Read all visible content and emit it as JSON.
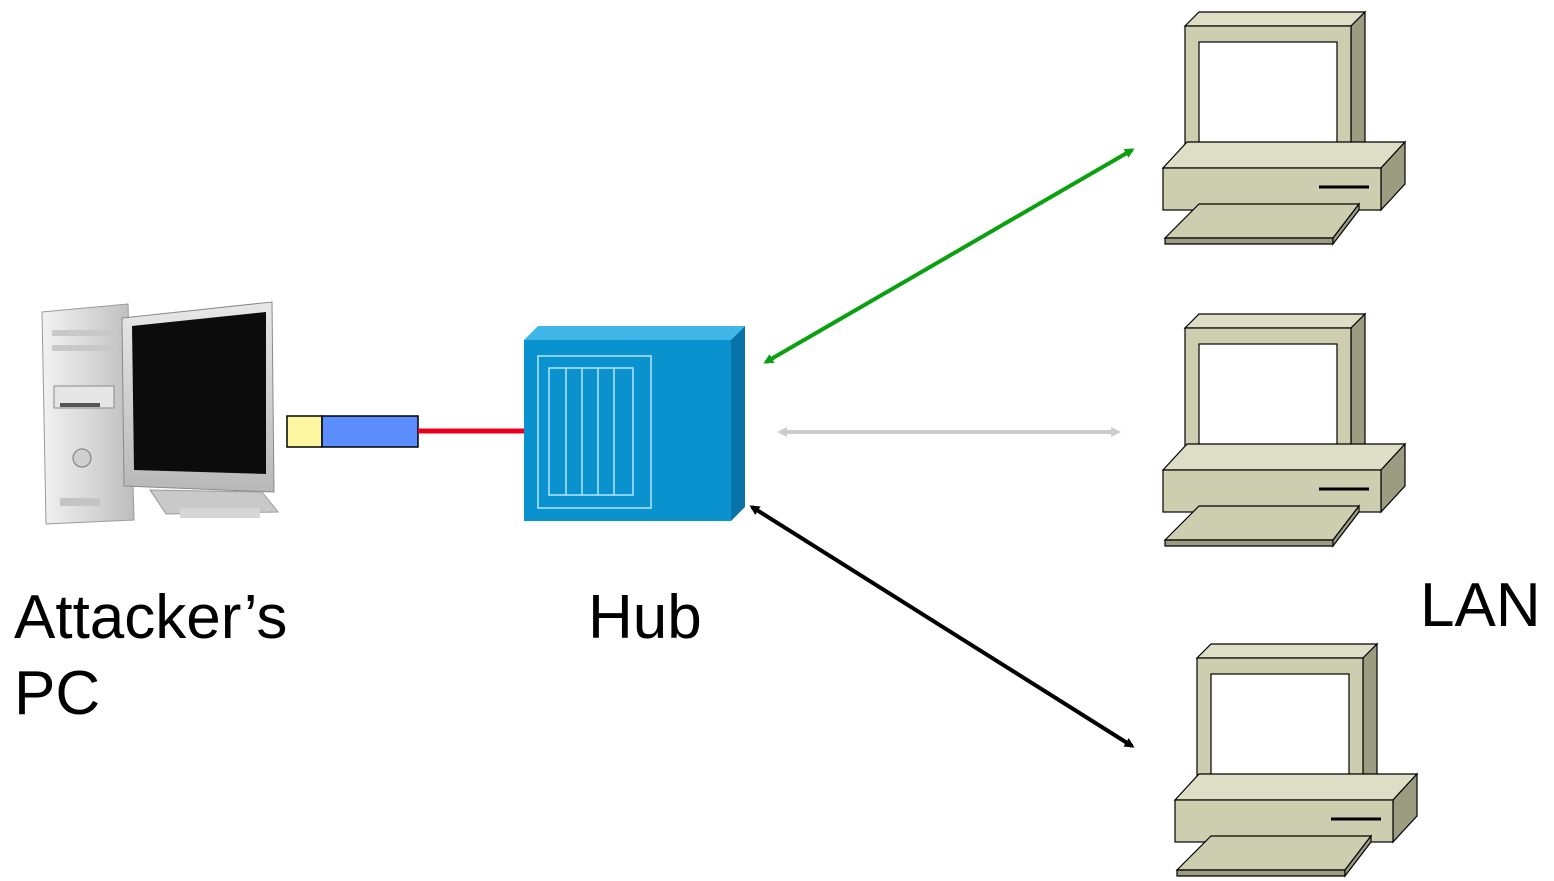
{
  "labels": {
    "attacker_line1": "Attacker’s",
    "attacker_line2": "PC",
    "hub": "Hub",
    "lan": "LAN"
  },
  "colors": {
    "hub_body": "#0a92cf",
    "hub_top": "#3fb6e6",
    "hub_side": "#0873a8",
    "link_green": "#0aa010",
    "link_gray": "#cccccc",
    "link_black": "#000000",
    "cable_red": "#e8001e",
    "plug_yellow": "#fcf6a0",
    "plug_blue": "#5b8dff",
    "workstation_face": "#cdcdaf",
    "workstation_side": "#9c9c80",
    "workstation_top": "#dedec6",
    "monitor_screen": "#ffffff"
  },
  "icons": [
    "attacker-pc-icon",
    "network-cable-plug-icon",
    "hub-icon",
    "workstation-icon"
  ]
}
